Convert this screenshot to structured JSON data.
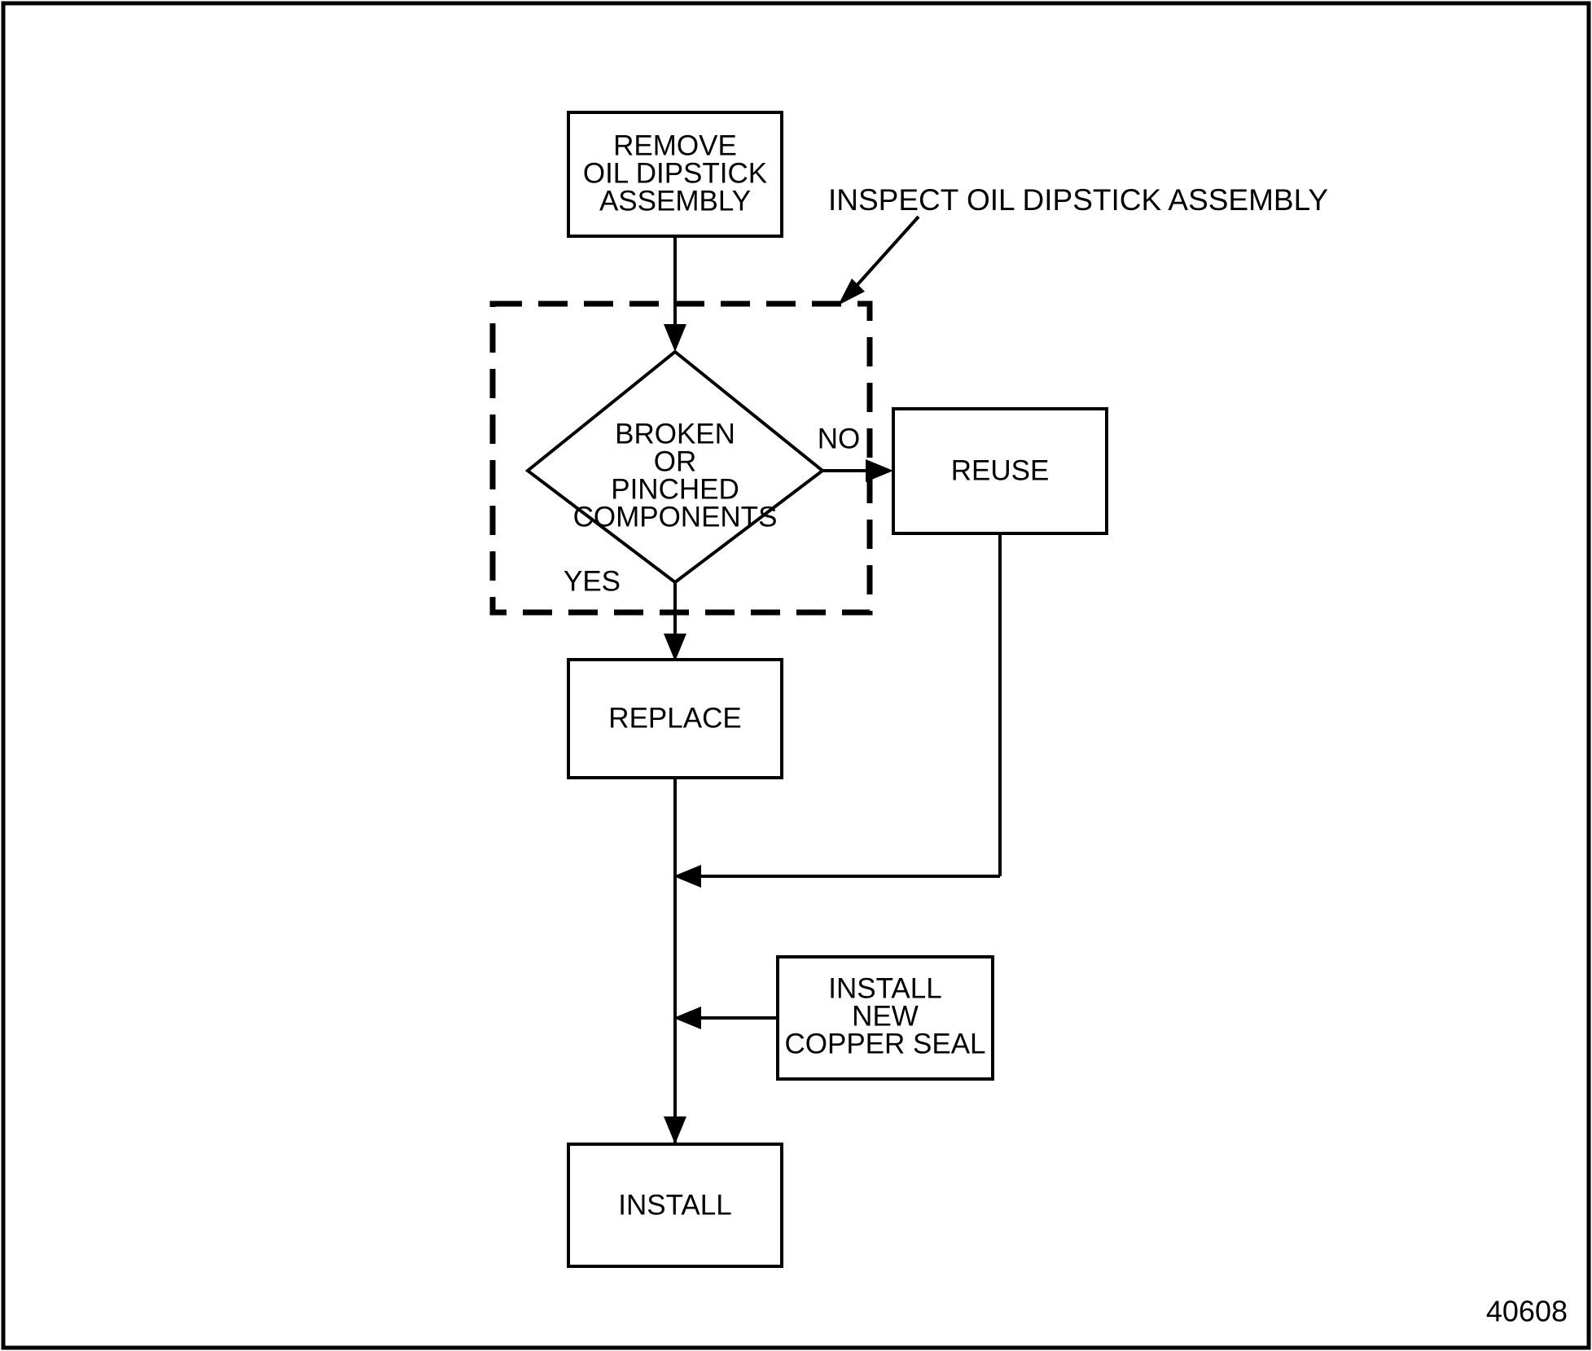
{
  "figure": {
    "number": "40608",
    "annotation": "INSPECT OIL DIPSTICK ASSEMBLY"
  },
  "chart_data": {
    "type": "diagram",
    "diagram_type": "flowchart",
    "title": "Oil Dipstick Assembly Service Flowchart",
    "nodes": [
      {
        "id": "remove",
        "shape": "rect",
        "lines": [
          "REMOVE",
          "OIL DIPSTICK",
          "ASSEMBLY"
        ]
      },
      {
        "id": "decision",
        "shape": "diamond",
        "lines": [
          "BROKEN",
          "OR",
          "PINCHED",
          "COMPONENTS"
        ]
      },
      {
        "id": "reuse",
        "shape": "rect",
        "lines": [
          "REUSE"
        ]
      },
      {
        "id": "replace",
        "shape": "rect",
        "lines": [
          "REPLACE"
        ]
      },
      {
        "id": "copperseal",
        "shape": "rect",
        "lines": [
          "INSTALL",
          "NEW",
          "COPPER SEAL"
        ]
      },
      {
        "id": "install",
        "shape": "rect",
        "lines": [
          "INSTALL"
        ]
      }
    ],
    "edges": [
      {
        "from": "remove",
        "to": "decision",
        "label": ""
      },
      {
        "from": "decision",
        "to": "reuse",
        "label": "NO"
      },
      {
        "from": "decision",
        "to": "replace",
        "label": "YES"
      },
      {
        "from": "reuse",
        "to": "install",
        "label": ""
      },
      {
        "from": "replace",
        "to": "install",
        "label": ""
      },
      {
        "from": "copperseal",
        "to": "install",
        "label": ""
      }
    ],
    "groups": [
      {
        "id": "inspect-group",
        "style": "dashed",
        "label": "INSPECT OIL DIPSTICK ASSEMBLY",
        "contains": [
          "decision"
        ]
      }
    ]
  },
  "nodes": {
    "remove": {
      "line1": "REMOVE",
      "line2": "OIL DIPSTICK",
      "line3": "ASSEMBLY"
    },
    "decision": {
      "line1": "BROKEN",
      "line2": "OR",
      "line3": "PINCHED",
      "line4": "COMPONENTS"
    },
    "reuse": {
      "line1": "REUSE"
    },
    "replace": {
      "line1": "REPLACE"
    },
    "copperseal": {
      "line1": "INSTALL",
      "line2": "NEW",
      "line3": "COPPER SEAL"
    },
    "install": {
      "line1": "INSTALL"
    }
  },
  "branches": {
    "yes": "YES",
    "no": "NO"
  },
  "colors": {
    "stroke": "#000000",
    "background": "#ffffff"
  }
}
